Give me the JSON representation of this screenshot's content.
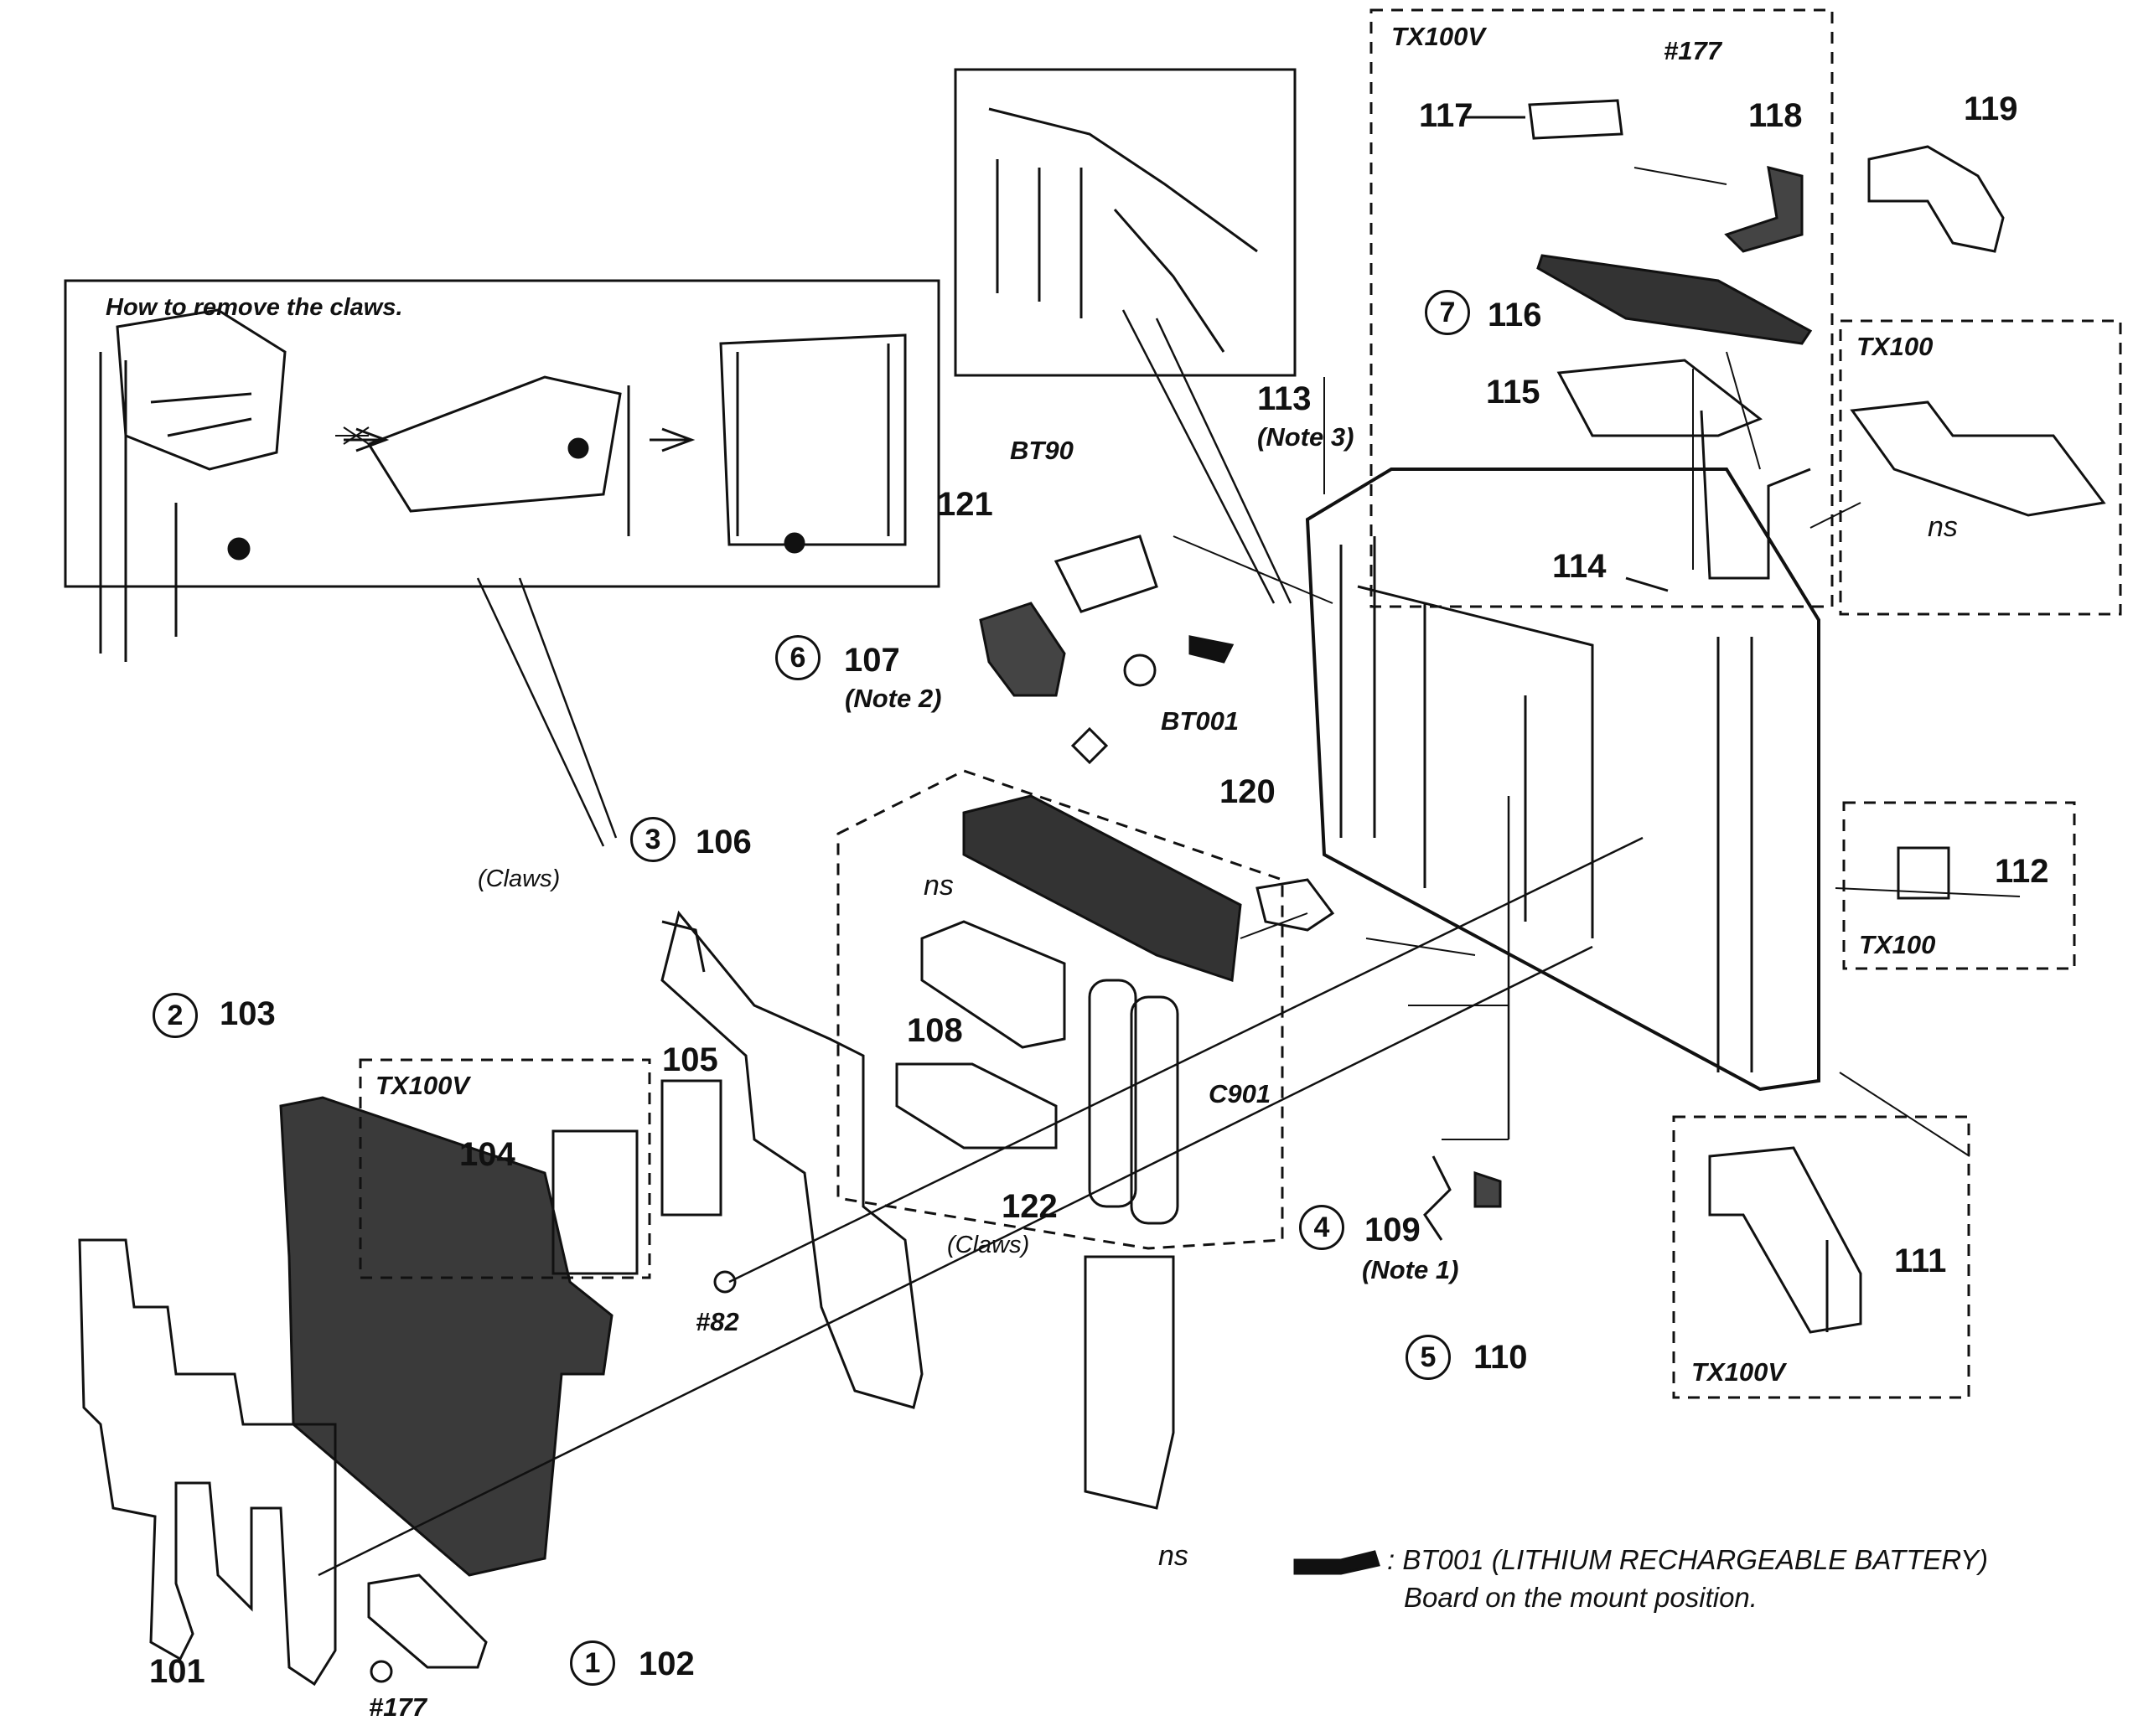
{
  "inset": {
    "title": "How to remove the claws."
  },
  "variants": {
    "tx100v": "TX100V",
    "tx100": "TX100"
  },
  "labels": {
    "p101": "101",
    "p102": "102",
    "p103": "103",
    "p104": "104",
    "p105": "105",
    "p106": "106",
    "p107": "107",
    "p108": "108",
    "p109": "109",
    "p110": "110",
    "p111": "111",
    "p112": "112",
    "p113": "113",
    "p114": "114",
    "p115": "115",
    "p116": "116",
    "p117": "117",
    "p118": "118",
    "p119": "119",
    "p120": "120",
    "p121": "121",
    "p122": "122",
    "bt90": "BT90",
    "bt001": "BT001",
    "c901": "C901",
    "s177": "#177",
    "s82": "#82",
    "ns": "ns",
    "claws": "(Claws)"
  },
  "notes": {
    "n1": "(Note 1)",
    "n2": "(Note 2)",
    "n3": "(Note 3)"
  },
  "steps": {
    "s1": "1",
    "s2": "2",
    "s3": "3",
    "s4": "4",
    "s5": "5",
    "s6": "6",
    "s7": "7"
  },
  "legend": {
    "line1": ": BT001 (LITHIUM RECHARGEABLE BATTERY)",
    "line2": "Board on the mount position."
  }
}
